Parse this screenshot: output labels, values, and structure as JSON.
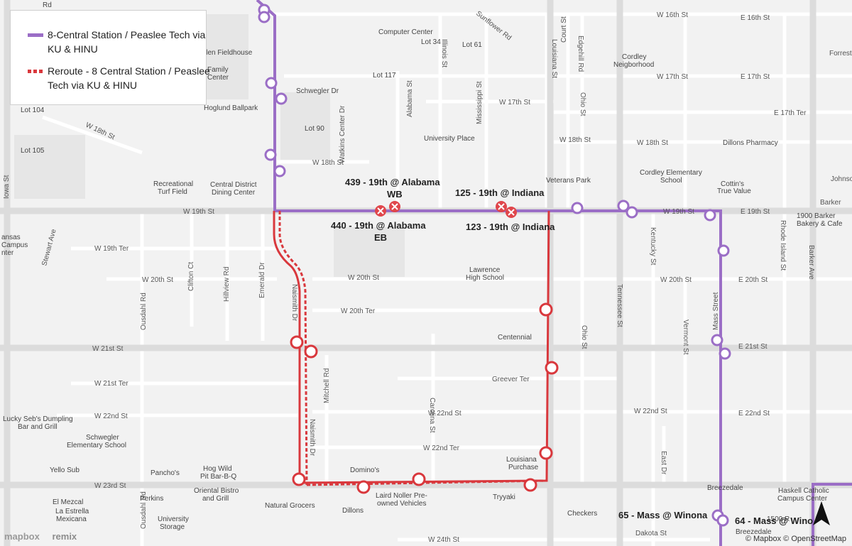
{
  "legend": {
    "items": [
      {
        "label": "8-Central Station / Peaslee Tech via KU & HINU",
        "color": "#9b6ec6",
        "style": "solid"
      },
      {
        "label": "Reroute - 8 Central Station / Peaslee Tech via KU & HINU",
        "color": "#d9383d",
        "style": "dashed"
      }
    ]
  },
  "closed_stops": {
    "alabama_wb": "439 - 19th @ Alabama",
    "alabama_wb_dir": "WB",
    "alabama_eb": "440 - 19th @ Alabama",
    "alabama_eb_dir": "EB",
    "indiana_125": "125 - 19th @ Indiana",
    "indiana_123": "123 - 19th @ Indiana"
  },
  "stop_labels": {
    "mass_winona_65": "65 - Mass @ Winona",
    "mass_winona_64": "64 - Mass @ Wino"
  },
  "streets": {
    "w16th": "W 16th St",
    "e16th": "E 16th St",
    "w17th_a": "W 17th St",
    "e17th": "E 17th St",
    "w17th_b": "W 17th St",
    "e17th_ter": "E 17th Ter",
    "w18th_a": "W 18th St",
    "w18th_b": "W 18th St",
    "w18th_c": "W 18th St",
    "w18th_diag": "W 18th St",
    "w19th_a": "W 19th St",
    "w19th_b": "W 19th St",
    "e19th": "E 19th St",
    "w19th_ter": "W 19th Ter",
    "w20th_a": "W 20th St",
    "w20th_b": "W 20th St",
    "w20th_c": "W 20th St",
    "e20th": "E 20th St",
    "w20th_ter": "W 20th Ter",
    "w21st_a": "W 21st St",
    "e21st": "E 21st St",
    "w21st_ter": "W 21st Ter",
    "w22nd_a": "W 22nd St",
    "w22nd_b": "W 22nd St",
    "w22nd_c": "W 22nd St",
    "e22nd": "E 22nd St",
    "w22nd_ter": "W 22nd Ter",
    "greever": "Greever Ter",
    "w23rd": "W 23rd St",
    "w24th": "W 24th St",
    "dakota": "Dakota St",
    "iowa": "Iowa St",
    "ousdahl_a": "Ousdahl Rd",
    "ousdahl_b": "Ousdahl Rd",
    "clifton": "Clifton Ct",
    "hillview": "Hillview Rd",
    "emerald": "Emerald Dr",
    "naismith_a": "Naismith Dr",
    "naismith_b": "Naismith Dr",
    "mitchell": "Mitchell Rd",
    "carolina": "Carolina St",
    "alabama": "Alabama St",
    "mississippi": "Mississippi St",
    "illinois": "Illinois St",
    "louisiana": "Louisiana St",
    "court": "Court St",
    "edgehill": "Edgehill Rd",
    "ohio_a": "Ohio St",
    "ohio_b": "Ohio St",
    "tennessee": "Tennessee St",
    "kentucky": "Kentucky St",
    "vermont": "Vermont St",
    "east": "East Dr",
    "mass": "Mass Street",
    "rhode": "Rhode Island St",
    "barker": "Barker Ave",
    "stewart": "Stewart Ave",
    "sunflower": "Sunflower Rd",
    "watkins": "Watkins Center Dr",
    "barker_h": "Barker",
    "johnson": "Johnso",
    "forrest": "Forrest"
  },
  "pois": {
    "computer_center": "Computer Center",
    "lot34": "Lot 34",
    "lot61": "Lot 61",
    "lot117": "Lot 117",
    "fieldhouse": "llen Fieldhouse",
    "family1": "Family",
    "family2": "Center",
    "schwegler": "Schwegler Dr",
    "hoglund": "Hoglund Ballpark",
    "lot104": "Lot 104",
    "lot105": "Lot 105",
    "lot90": "Lot 90",
    "university_place": "University Place",
    "cordley1": "Cordley",
    "cordley2": "Neigborhood",
    "rec1": "Recreational",
    "rec2": "Turf Field",
    "cd1": "Central District",
    "cd2": "Dining Center",
    "veterans": "Veterans Park",
    "cordley_school1": "Cordley Elementary",
    "cordley_school2": "School",
    "cottins1": "Cottin's",
    "cottins2": "True Value",
    "dillons_pharmacy": "Dillons Pharmacy",
    "bakery1": "1900 Barker",
    "bakery2": "Bakery & Cafe",
    "lawrence1": "Lawrence",
    "lawrence2": "High School",
    "centennial": "Centennial",
    "kansas1": "ansas",
    "kansas2": "Campus",
    "kansas3": "nter",
    "lucky1": "Lucky Seb's Dumpling",
    "lucky2": "Bar and Grill",
    "schwegler_school1": "Schwegler",
    "schwegler_school2": "Elementary School",
    "yello": "Yello Sub",
    "panchos": "Pancho's",
    "hogwild1": "Hog Wild",
    "hogwild2": "Pit Bar-B-Q",
    "dominos": "Domino's",
    "louisiana_purchase1": "Louisiana",
    "louisiana_purchase2": "Purchase",
    "perkins": "Perkins",
    "oriental1": "Oriental Bistro",
    "oriental2": "and Grill",
    "natural_grocers": "Natural Grocers",
    "laird1": "Laird Noller Pre-",
    "laird2": "owned Vehicles",
    "tryyaki": "Tryyaki",
    "dillons": "Dillons",
    "checkers": "Checkers",
    "el_mezcal": "El Mezcal",
    "la_estrella1": "La Estrella",
    "la_estrella2": "Mexicana",
    "univ_storage1": "University",
    "univ_storage2": "Storage",
    "breezedale_a": "Breezedale",
    "breezedale_b": "Breezedale",
    "haskell1": "Haskell Catholic",
    "haskell2": "Campus Center",
    "rd": "Rd",
    "e1500": "1500 R"
  },
  "brand": {
    "mapbox": "mapbox",
    "remix": "remix"
  },
  "attribution": "© Mapbox © OpenStreetMap",
  "colors": {
    "route": "#9b6ec6",
    "reroute": "#d9383d",
    "street": "#ffffff",
    "arterial": "#dcdcdc",
    "land": "#f2f2f2"
  }
}
